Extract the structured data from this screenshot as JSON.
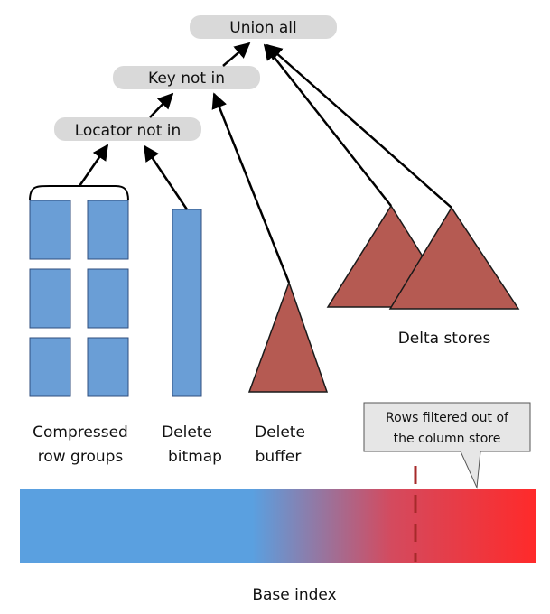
{
  "nodes": {
    "union_all": "Union all",
    "key_not_in": "Key not in",
    "locator_not_in": "Locator not in"
  },
  "labels": {
    "compressed": [
      "Compressed",
      "row groups"
    ],
    "delete_bitmap": [
      "Delete",
      "bitmap"
    ],
    "delete_buffer": [
      "Delete",
      "buffer"
    ],
    "delta_stores": "Delta stores",
    "base_index": "Base index"
  },
  "callout": [
    "Rows filtered out of",
    "the column store"
  ],
  "colors": {
    "node_fill": "#d9d9d9",
    "block_fill": "#6a9ed6",
    "block_stroke": "#2f4e7e",
    "triangle_fill": "#b55a52",
    "triangle_stroke": "#1a1a1a",
    "gradient_left": "#5aa0e0",
    "gradient_right": "#ff2a2a",
    "dashed_line": "#a62a2a",
    "callout_fill": "#e6e6e6"
  }
}
